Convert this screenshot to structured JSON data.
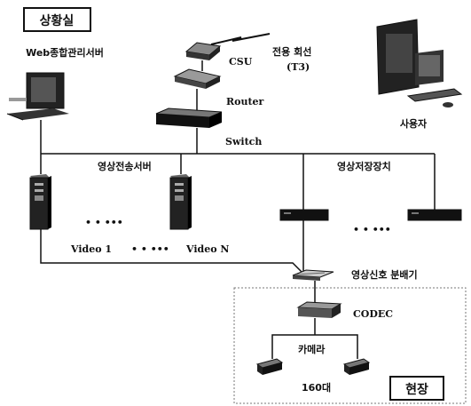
{
  "labels": {
    "control_room": "상황실",
    "field": "현장",
    "web_server": "Web종합관리서버",
    "csu": "CSU",
    "leased_line": "전용 회선",
    "t3": "(T3)",
    "router": "Router",
    "switch": "Switch",
    "user": "사용자",
    "video_transfer_server": "영상전송서버",
    "video_storage": "영상저장장치",
    "video_1": "Video 1",
    "video_n": "Video N",
    "dots_servers": "• • •••",
    "dots_video": "• • •••",
    "dots_storage": "• • •••",
    "splitter": "영상신호 분배기",
    "codec": "CODEC",
    "camera": "카메라",
    "camera_count": "160대"
  }
}
